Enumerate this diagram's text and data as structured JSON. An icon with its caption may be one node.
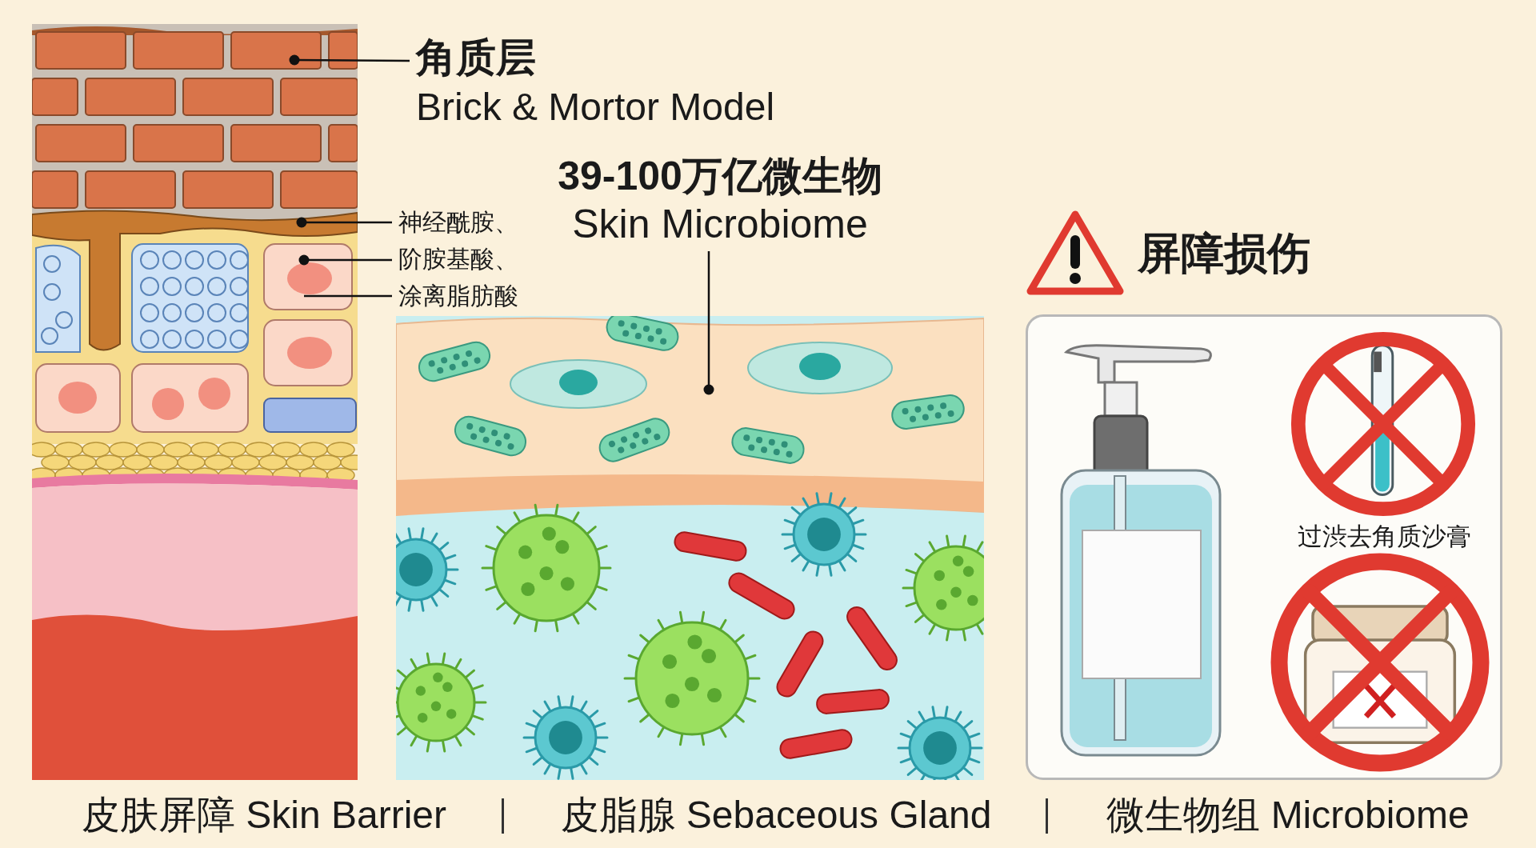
{
  "diagram": {
    "nodes": [
      {
        "text": [
          "角质层",
          "Brick & Mortor Model"
        ]
      },
      {
        "text": [
          "神经酰胺、阶胺基酸、涂离脂肪酸"
        ]
      },
      {
        "text": [
          "39-100万亿微生物",
          "Skin Microbiome"
        ]
      },
      {
        "text": [
          "屏障损伤"
        ]
      },
      {
        "text": [
          "过渋去角质沙膏"
        ]
      }
    ],
    "edges": [
      {
        "from": 0,
        "to": null,
        "arrow": "other"
      },
      {
        "from": 1,
        "to": null,
        "arrow": "other"
      },
      {
        "from": 1,
        "to": null,
        "arrow": "other"
      },
      {
        "from": 1,
        "to": null,
        "arrow": "none"
      },
      {
        "from": 2,
        "to": null,
        "arrow": "other"
      }
    ],
    "labels": [
      "皮肤屏障 Skin Barrier",
      "皮脂腺 Sebaceous Gland",
      "微生物组 Microbiome"
    ]
  }
}
